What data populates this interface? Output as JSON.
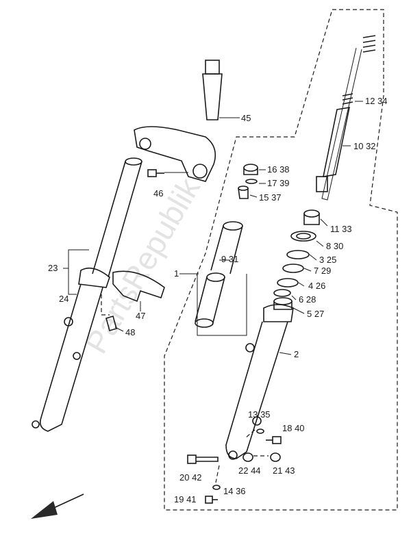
{
  "diagram": {
    "watermark": "PartsRepublik",
    "labels": {
      "p45": "45",
      "p46": "46",
      "p23": "23",
      "p24": "24",
      "p47": "47",
      "p48": "48",
      "p1": "1",
      "p2": "2",
      "p16_38": "16 38",
      "p17_39": "17 39",
      "p15_37": "15 37",
      "p9_31": "9 31",
      "p12_34": "12 34",
      "p10_32": "10 32",
      "p11_33": "11 33",
      "p8_30": "8 30",
      "p3_25": "3 25",
      "p7_29": "7 29",
      "p4_26": "4 26",
      "p6_28": "6 28",
      "p5_27": "5 27",
      "p13_35": "13 35",
      "p18_40": "18 40",
      "p20_42": "20 42",
      "p22_44": "22 44",
      "p21_43": "21 43",
      "p14_36": "14 36",
      "p19_41": "19 41"
    }
  }
}
